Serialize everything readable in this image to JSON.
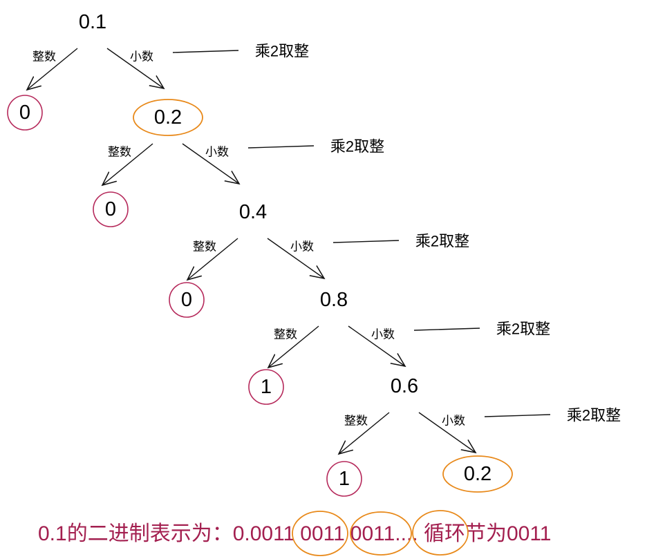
{
  "root": "0.1",
  "steps": [
    {
      "integer_label": "整数",
      "fraction_label": "小数",
      "rule": "乘2取整",
      "integer_result": "0",
      "fraction_result": "0.2"
    },
    {
      "integer_label": "整数",
      "fraction_label": "小数",
      "rule": "乘2取整",
      "integer_result": "0",
      "fraction_result": "0.4"
    },
    {
      "integer_label": "整数",
      "fraction_label": "小数",
      "rule": "乘2取整",
      "integer_result": "0",
      "fraction_result": "0.8"
    },
    {
      "integer_label": "整数",
      "fraction_label": "小数",
      "rule": "乘2取整",
      "integer_result": "1",
      "fraction_result": "0.6"
    },
    {
      "integer_label": "整数",
      "fraction_label": "小数",
      "rule": "乘2取整",
      "integer_result": "1",
      "fraction_result": "0.2"
    }
  ],
  "summary": {
    "prefix": "0.1的二进制表示为：",
    "lead": "0.",
    "groups": [
      "0011",
      "0011",
      "0011"
    ],
    "ellipsis": "....",
    "suffix": " 循环节为0011"
  },
  "colors": {
    "integer_circle": "#b5285a",
    "repeat_circle": "#e8891a",
    "summary_text": "#a31f4f"
  }
}
